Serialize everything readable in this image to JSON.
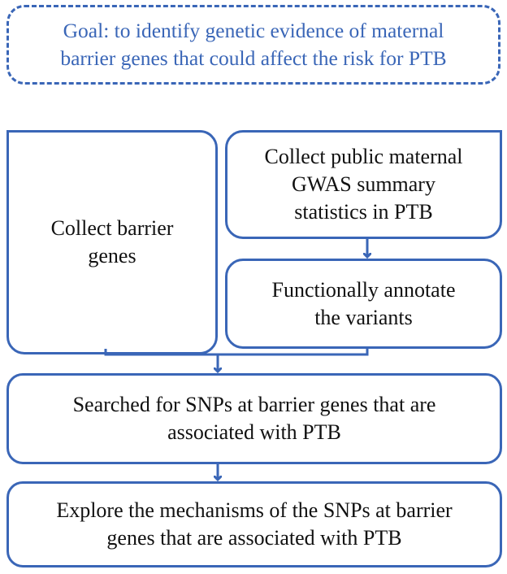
{
  "goal": {
    "text": "Goal: to identify genetic evidence of maternal\nbarrier genes that could affect the risk for PTB"
  },
  "steps": {
    "barrier": "Collect barrier\ngenes",
    "gwas": "Collect public maternal\nGWAS summary\nstatistics in PTB",
    "annotate": "Functionally annotate\nthe variants",
    "search": "Searched for SNPs at barrier genes that are\nassociated with PTB",
    "explore": "Explore the mechanisms of the SNPs at barrier\ngenes that are associated with PTB"
  },
  "colors": {
    "accent": "#3a66b7",
    "text": "#111111",
    "goal_text": "#3a66b7"
  }
}
